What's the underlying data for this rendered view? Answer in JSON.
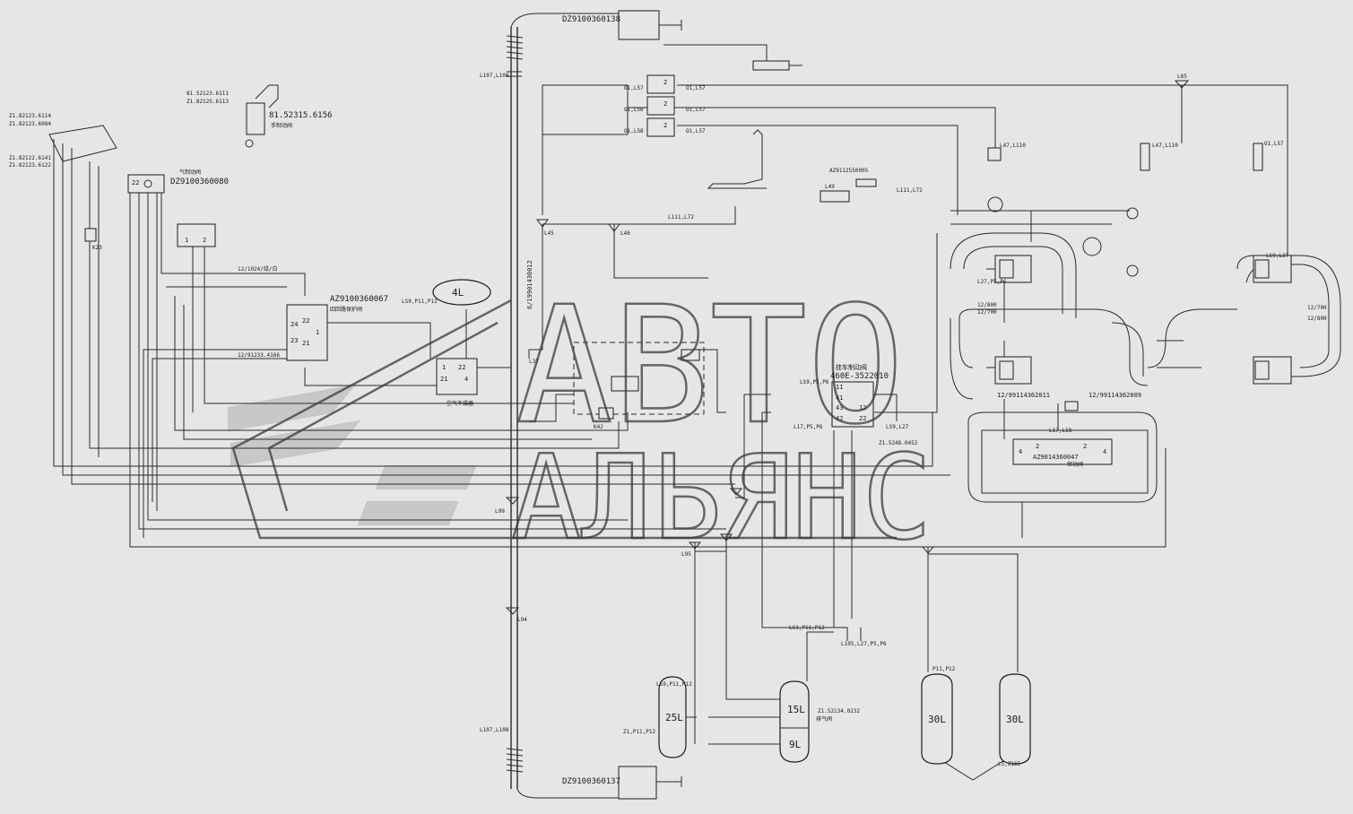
{
  "diagram": {
    "dryer_label": "空气干燥器",
    "four_circuit_label": "四回路保护阀",
    "four_circuit_part": "AZ9100360067",
    "brake_valve_label": "气制动阀",
    "brake_valve_part": "DZ9100360080",
    "hand_valve_part": "81.52315.6156",
    "hand_valve_label": "手制动阀",
    "trailer_valve_label": "挂车制动阀",
    "trailer_valve_part": "460E-3522010",
    "relay_part": "AZ9014360047",
    "relay_label": "继动阀",
    "relay_port_left": "12/99114362011",
    "relay_port_right": "12/99114362009",
    "top_chamber_part": "DZ9100360138",
    "bottom_chamber_part": "DZ9100360137",
    "tank_4l": "4L",
    "tank_25l": "25L",
    "tank_15l": "15L",
    "tank_9l": "9L",
    "tank_30l_a": "30L",
    "tank_30l_b": "30L",
    "drain_valve_label": "排气阀",
    "vertical_pipe": "6/19901430012",
    "labels": {
      "l45": "L45",
      "l46": "L46",
      "l65": "L65",
      "l94": "L94",
      "l95": "L95",
      "l99": "L99",
      "l37": "L37",
      "k23": "K23",
      "k42": "K42",
      "l107": "L107,L108",
      "l107b": "L107,L108",
      "pipe_sizes": "LS9,P11,P12",
      "lp1": "O1,L57",
      "lp2": "O1,L56",
      "lp3": "O1,L57",
      "lp4": "O1,L58",
      "lp5": "O1,L57",
      "lp6": "O1,L57",
      "lp7": "L111,L72",
      "lp8": "L111,L72",
      "lp9": "L47,L110",
      "lp10": "L47,L110",
      "lp11": "O1,L57",
      "lp12": "L49",
      "lp13": "AZ9112550005",
      "lp14": "LS1,P11,P12",
      "lp15": "L17,P5,P6",
      "lp16": "LS9,P5,P6",
      "lp17": "LS9,L27",
      "lp18": "L27,P5,P6",
      "lp19": "L5,Z165",
      "lp20": "P11,P12",
      "lp21": "L17,L18",
      "lp22": "L105,L27,P5,P6",
      "lp23": "Z1,P11,P12",
      "lp24": "LS9,P11,P12",
      "lp25": "Z1.52134.0232",
      "lp26": "81.52123.6111",
      "lp27": "Z1.82125.6113",
      "lp28": "Z1.82123.6114",
      "lp29": "Z1.82123.6084",
      "lp30": "Z1.82122.6141",
      "lp31": "Z1.82123.6122",
      "lp32": "12/91233.4166",
      "lp33": "12/1024/绿/白",
      "lp34": "12/800",
      "lp35": "12/700",
      "lp36": "12/700",
      "lp37": "12/800",
      "lp38": "Z1.5248.0452",
      "lp39": "LS9,L27"
    },
    "watermark_top": "АВТО",
    "watermark_bottom": "АЛЬЯНС"
  }
}
